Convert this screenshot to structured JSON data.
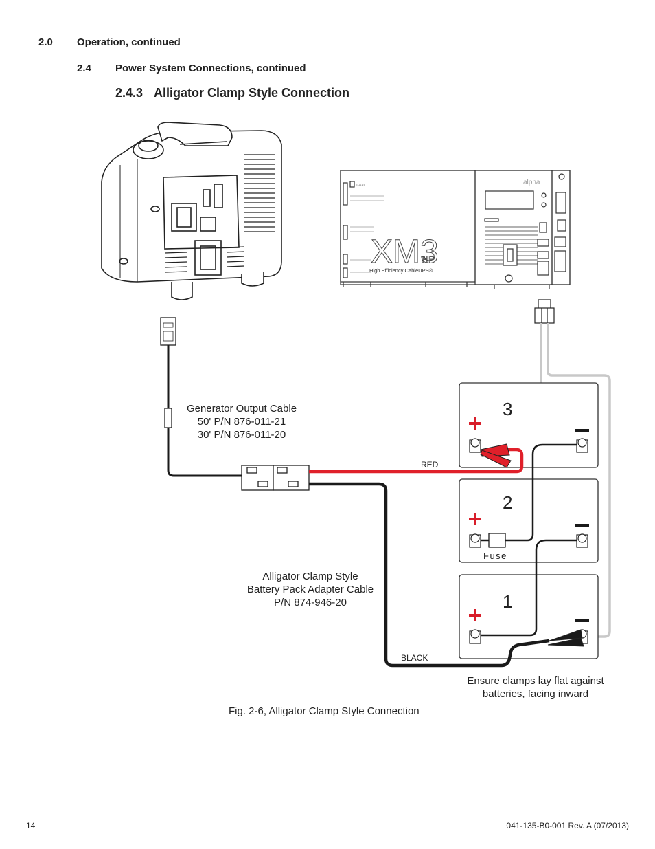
{
  "header": {
    "section_num": "2.0",
    "section_title": "Operation, continued",
    "sub_num": "2.4",
    "sub_title": "Power System Connections, continued",
    "title_num": "2.4.3",
    "title_text": "Alligator Clamp Style Connection"
  },
  "diagram": {
    "generator_cable": [
      "Generator Output Cable",
      "50' P/N 876-011-21",
      "30' P/N 876-011-20"
    ],
    "adapter_cable": [
      "Alligator Clamp Style",
      "Battery Pack Adapter Cable",
      "P/N 874-946-20"
    ],
    "clamp_note": [
      "Ensure clamps lay flat against",
      "batteries, facing inward"
    ],
    "wire_red": "RED",
    "wire_black": "BLACK",
    "fuse_label": "Fuse",
    "battery_numbers": [
      "3",
      "2",
      "1"
    ],
    "ups_model": "XM3",
    "ups_suffix": "HP",
    "ups_tagline": "High Efficiency CableUPS®",
    "ups_brand": "alpha",
    "colors": {
      "red_wire": "#e0202a",
      "black_wire": "#1a1a1a",
      "gray_wire": "#c8c8c8",
      "terminal_red": "#d81e2a"
    }
  },
  "caption": "Fig. 2-6, Alligator Clamp Style Connection",
  "footer": {
    "page_number": "14",
    "doc_id": "041-135-B0-001 Rev. A (07/2013)"
  }
}
